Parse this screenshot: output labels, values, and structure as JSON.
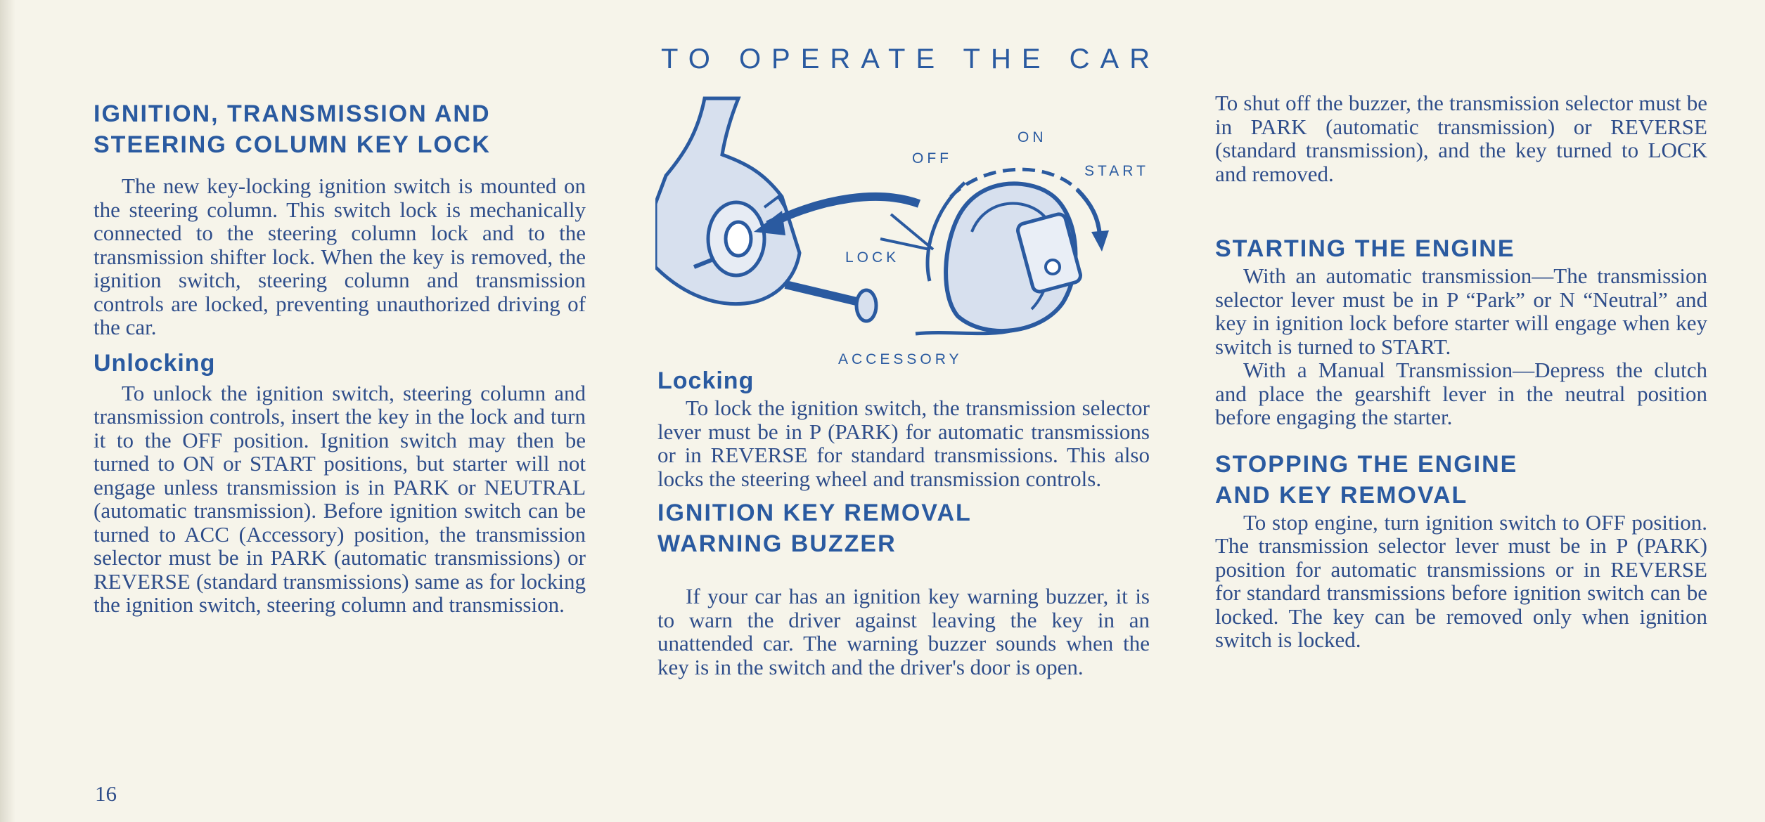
{
  "header": {
    "title": "TO OPERATE THE CAR"
  },
  "page_number": "16",
  "diagram": {
    "labels": {
      "off": "OFF",
      "on": "ON",
      "start": "START",
      "lock": "LOCK",
      "accessory": "ACCESSORY"
    }
  },
  "sections": {
    "ignition_lock": {
      "heading_line1": "IGNITION, TRANSMISSION AND",
      "heading_line2": "STEERING COLUMN KEY LOCK",
      "body": "The new key-locking ignition switch is mounted on the steering column. This switch lock is mechanically connected to the steering column lock and to the transmission shifter lock. When the key is removed, the ignition switch, steering column and transmission controls are locked, preventing unauthorized driving of the car."
    },
    "unlocking": {
      "heading": "Unlocking",
      "body": "To unlock the ignition switch, steering column and transmission controls, insert the key in the lock and turn it to the OFF position. Ignition switch may then be turned to ON or START positions, but starter will not engage unless transmission is in PARK or NEUTRAL (automatic transmission). Before ignition switch can be turned to ACC (Accessory) position, the transmission selector must be in PARK (automatic transmissions) or REVERSE (standard transmissions) same as for locking the ignition switch, steering column and transmission."
    },
    "locking": {
      "heading": "Locking",
      "body": "To lock the ignition switch, the transmission selector lever must be in P (PARK) for automatic transmissions or in REVERSE for standard transmissions. This also locks the steering wheel and transmission controls."
    },
    "buzzer": {
      "heading_line1": "IGNITION KEY REMOVAL",
      "heading_line2": "WARNING BUZZER",
      "body": "If your car has an ignition key warning buzzer, it is to warn the driver against leaving the key in an unattended car. The warning buzzer sounds when the key is in the switch and the driver's door is open."
    },
    "shutoff": {
      "body": "To shut off the buzzer, the transmission selector must be in PARK (automatic transmission) or REVERSE (standard transmission), and the key turned to LOCK and removed."
    },
    "starting": {
      "heading": "STARTING THE ENGINE",
      "body1": "With an automatic transmission—The transmission selector lever must be in P “Park” or N “Neutral” and key in ignition lock before starter will engage when key switch is turned to START.",
      "body2": "With a Manual Transmission—Depress the clutch and place the gearshift lever in the neutral position before engaging the starter."
    },
    "stopping": {
      "heading_line1": "STOPPING THE ENGINE",
      "heading_line2": "AND KEY REMOVAL",
      "body": "To stop engine, turn ignition switch to OFF position. The transmission selector lever must be in P (PARK) position for automatic transmissions or in REVERSE for standard transmissions before ignition switch can be locked. The key can be removed only when ignition switch is locked."
    }
  }
}
